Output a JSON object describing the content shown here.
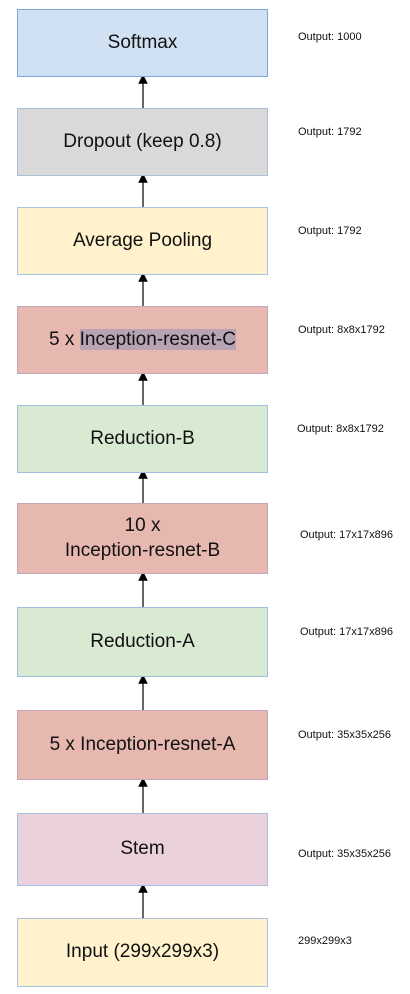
{
  "blocks": [
    {
      "label": "Softmax",
      "output": "Output: 1000"
    },
    {
      "label": "Dropout (keep 0.8)",
      "output": "Output: 1792"
    },
    {
      "label": "Average Pooling",
      "output": "Output: 1792"
    },
    {
      "label_prefix": "5 x ",
      "label_highlight": "Inception-resnet-C",
      "output": "Output: 8x8x1792"
    },
    {
      "label": "Reduction-B",
      "output": "Output: 8x8x1792"
    },
    {
      "label_line1": "10 x",
      "label_line2": "Inception-resnet-B",
      "output": "Output: 17x17x896"
    },
    {
      "label": "Reduction-A",
      "output": "Output: 17x17x896"
    },
    {
      "label": "5 x Inception-resnet-A",
      "output": "Output: 35x35x256"
    },
    {
      "label": "Stem",
      "output": "Output: 35x35x256"
    },
    {
      "label": "Input (299x299x3)",
      "output": "299x299x3"
    }
  ],
  "colors": {
    "softmax": "#cfe1f3",
    "dropout": "#d9d9d9",
    "pooling_input": "#fff2cc",
    "inception": "#e6b8af",
    "reduction": "#d9ead3",
    "stem": "#ead1dc"
  }
}
